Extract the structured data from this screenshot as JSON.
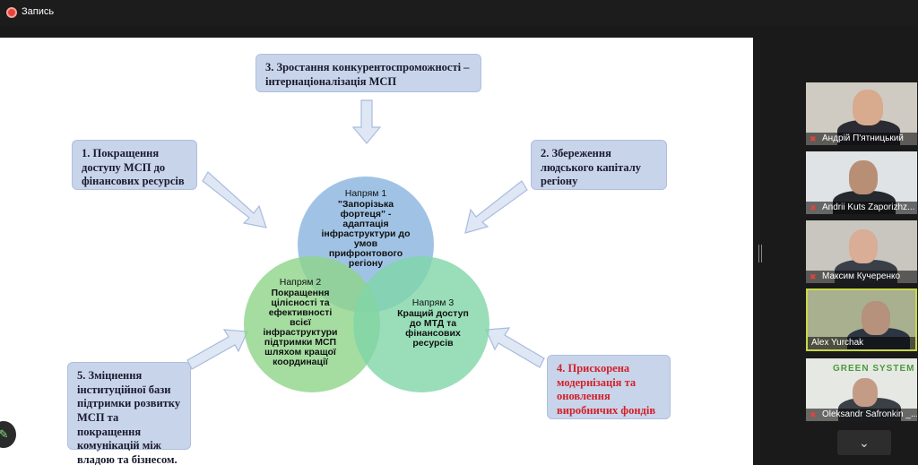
{
  "topbar": {
    "record_label": "Запись"
  },
  "slide": {
    "box1": "1. Покращення доступу МСП до фінансових ресурсів",
    "box2": "2. Збереження людського капіталу регіону",
    "box3": "3. Зростання  конкурентоспроможності – інтернаціоналізація МСП",
    "box4": "4. Прискорена модернізація та оновлення виробничих фондів",
    "box5": "5. Зміцнення інституційної бази підтримки розвитку МСП та покращення комунікацій між владою та бізнесом.",
    "circle1": {
      "title": "Напрям 1",
      "lines": [
        "\"Запорізька",
        "фортеця\"  -",
        "адаптація",
        "інфраструктури до",
        "умов",
        "прифронтового",
        "регіону"
      ]
    },
    "circle2": {
      "title": "Напрям 2",
      "lines": [
        "Покращення",
        "цілісності та",
        "ефективності",
        "всієї",
        "інфраструктури",
        "підтримки МСП",
        "шляхом кращої",
        "координації"
      ]
    },
    "circle3": {
      "title": "Напрям 3",
      "lines": [
        "Кращий доступ",
        "до МТД та",
        "фінансових",
        "ресурсів"
      ]
    },
    "colors": {
      "box_fill": "#c8d4ea",
      "circle1": "#8fb9e0",
      "circle2": "#8fd48a",
      "circle3": "#7fd6a8",
      "highlight": "#d3202a"
    }
  },
  "participants": [
    {
      "name": "Андрій П'ятницький",
      "muted": true
    },
    {
      "name": "Andrii Kuts Zaporizhz...",
      "muted": true
    },
    {
      "name": "Максим Кучеренко",
      "muted": true
    },
    {
      "name": "Alex Yurchak",
      "muted": false,
      "active": true
    },
    {
      "name": "Oleksandr Safronkin _...",
      "muted": true,
      "logo": "GREEN SYSTEM"
    }
  ]
}
